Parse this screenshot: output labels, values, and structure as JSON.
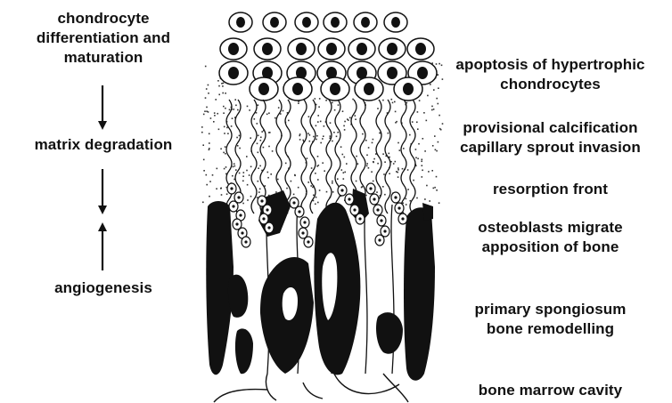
{
  "left_labels": {
    "chondrocyte": [
      "chondrocyte",
      "differentiation and",
      "maturation"
    ],
    "matrix": "matrix degradation",
    "angiogenesis": "angiogenesis"
  },
  "right_labels": {
    "apoptosis": [
      "apoptosis of hypertrophic",
      "chondrocytes"
    ],
    "calcification": [
      "provisional calcification",
      "capillary sprout invasion"
    ],
    "resorption": "resorption front",
    "osteoblasts": [
      "osteoblasts migrate",
      "apposition of bone"
    ],
    "spongiosum": [
      "primary spongiosum",
      "bone remodelling"
    ],
    "marrow": "bone marrow cavity"
  },
  "colors": {
    "ink": "#111111",
    "background": "#ffffff"
  }
}
